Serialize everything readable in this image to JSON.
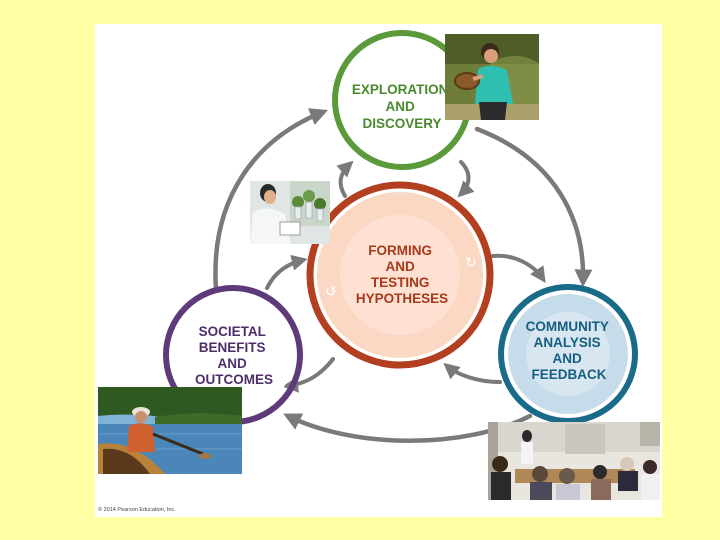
{
  "nodes": {
    "exploration": {
      "lines": [
        "EXPLORATION",
        "AND",
        "DISCOVERY"
      ],
      "ring_color": "#5a9a3a",
      "text_color": "#4a8a2e"
    },
    "hypotheses": {
      "lines": [
        "FORMING",
        "AND",
        "TESTING",
        "HYPOTHESES"
      ],
      "ring_color": "#b23f1f",
      "text_color": "#a63a1c"
    },
    "community": {
      "lines": [
        "COMMUNITY",
        "ANALYSIS",
        "AND",
        "FEEDBACK"
      ],
      "ring_color": "#1a6a8a",
      "text_color": "#155e80"
    },
    "societal": {
      "lines": [
        "SOCIETAL",
        "BENEFITS",
        "AND",
        "OUTCOMES"
      ],
      "ring_color": "#5e3a7a",
      "text_color": "#4e2e6a"
    }
  },
  "photos": [
    "photo-field-researcher",
    "photo-lab-scientist",
    "photo-canoe-lake",
    "photo-meeting-room"
  ],
  "arrow_color": "#7a7a7a",
  "copyright": "© 2014 Pearson Education, Inc."
}
